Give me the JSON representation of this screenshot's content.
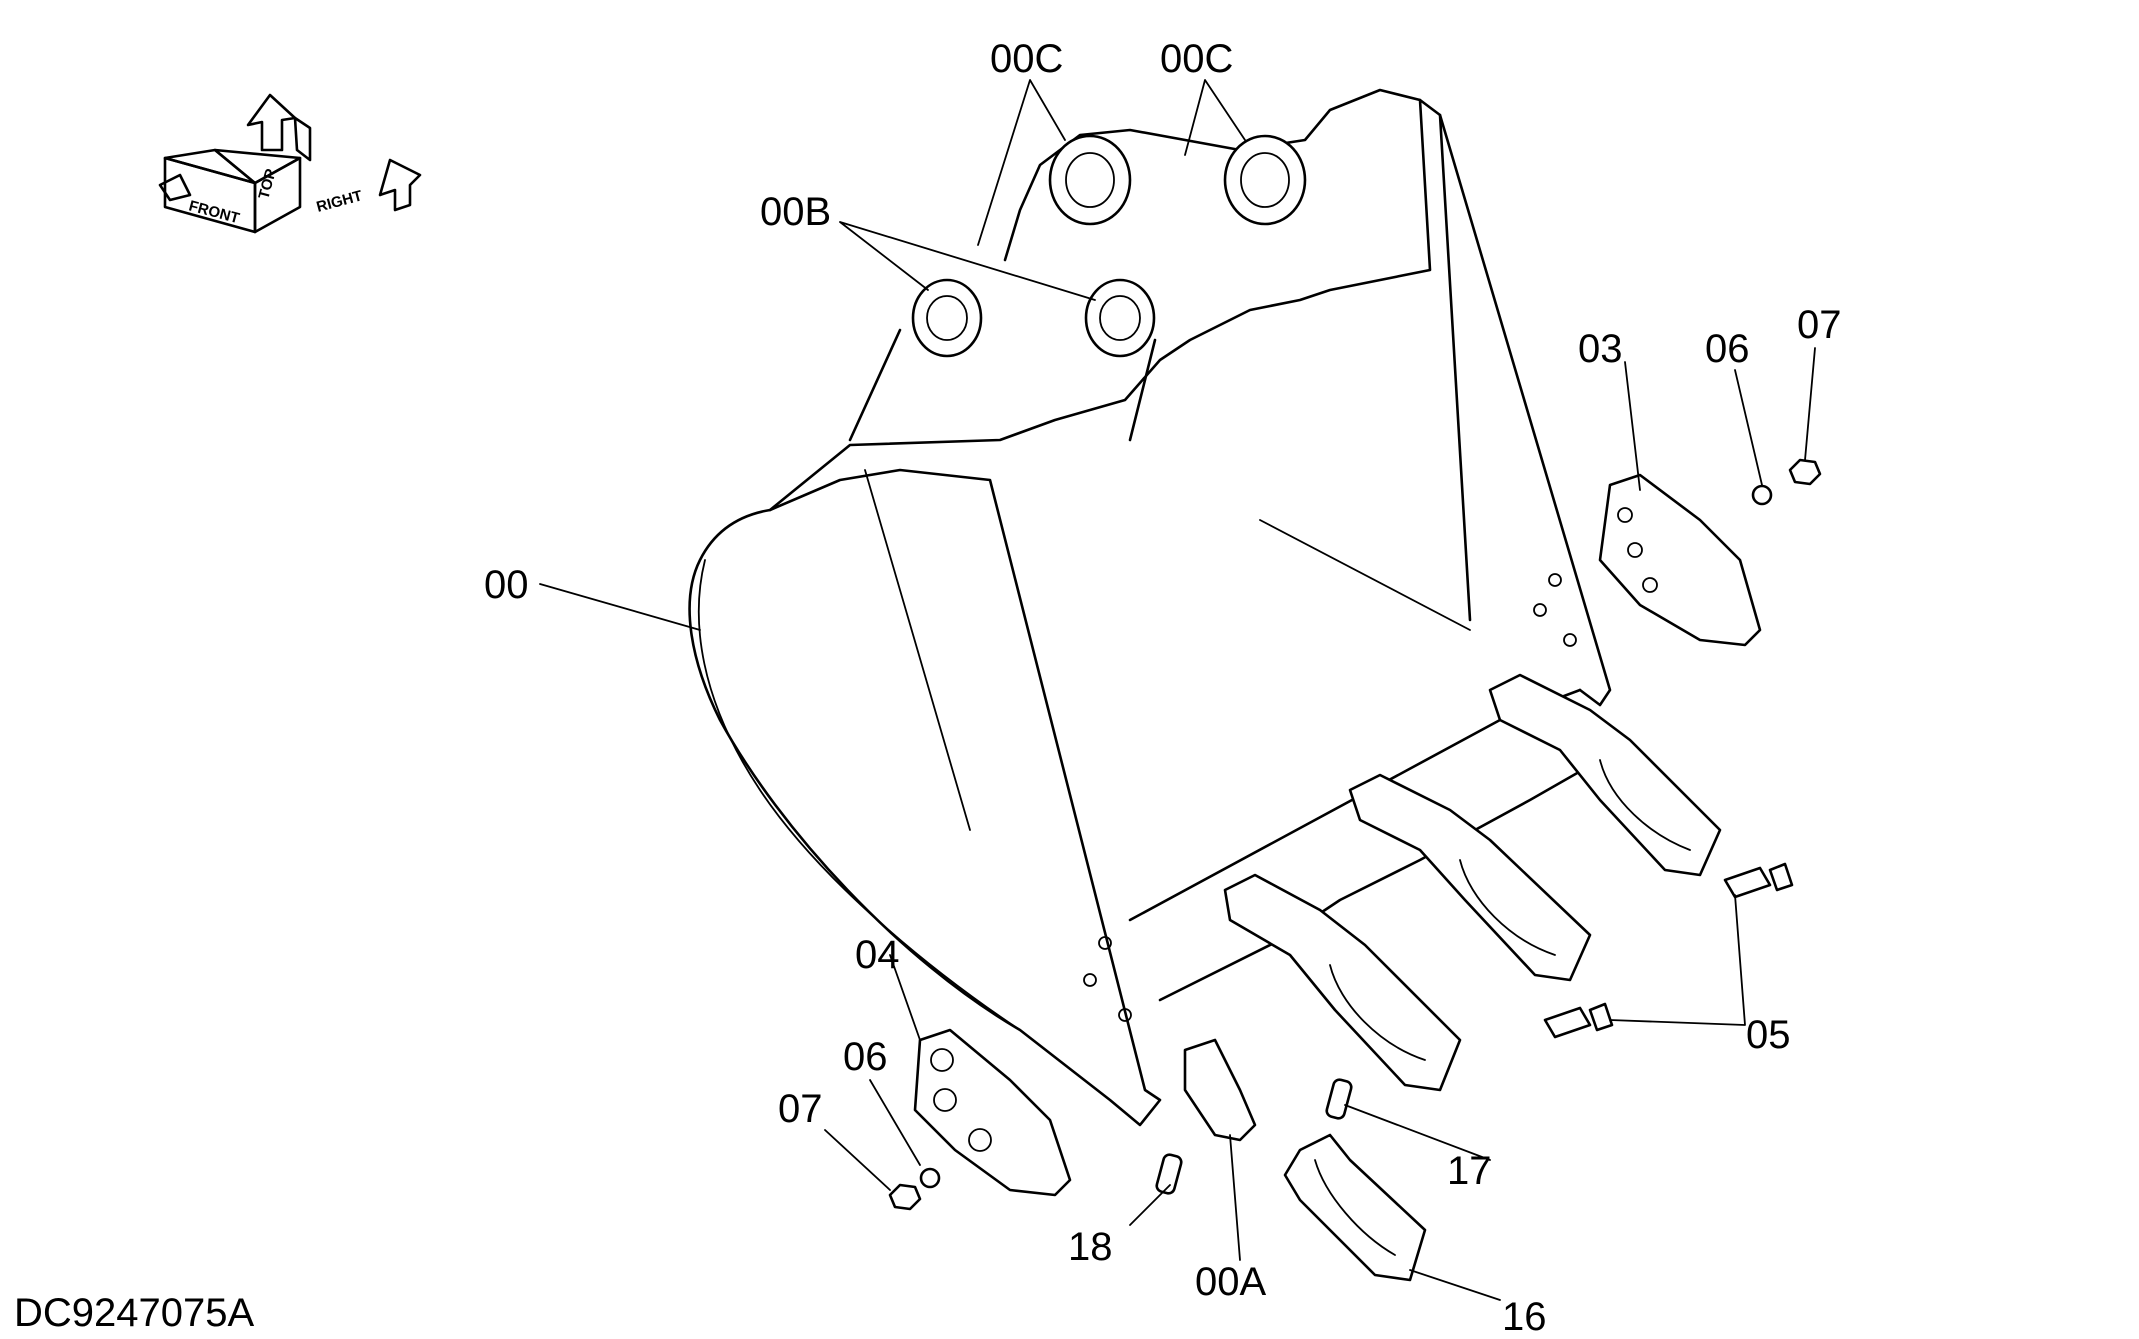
{
  "diagram_code": "DC9247075A",
  "orientation": {
    "front": "FRONT",
    "top": "TOP",
    "right": "RIGHT"
  },
  "callouts": {
    "c00": "00",
    "c00A": "00A",
    "c00B": "00B",
    "c00C_left": "00C",
    "c00C_right": "00C",
    "c03": "03",
    "c04": "04",
    "c05": "05",
    "c06_right": "06",
    "c06_left": "06",
    "c07_right": "07",
    "c07_left": "07",
    "c16": "16",
    "c17": "17",
    "c18": "18"
  }
}
